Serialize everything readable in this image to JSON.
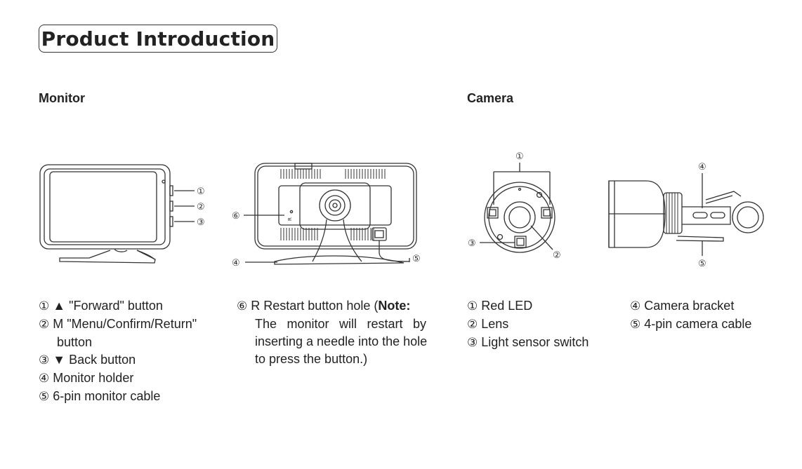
{
  "title": "Product Introduction",
  "sections": {
    "monitor_heading": "Monitor",
    "camera_heading": "Camera"
  },
  "callouts": {
    "monitor_front": [
      "①",
      "②",
      "③"
    ],
    "monitor_back": [
      "⑥",
      "④",
      "⑤"
    ],
    "camera_front": [
      "①",
      "③",
      "②"
    ],
    "camera_side": [
      "④",
      "⑤"
    ]
  },
  "monitor_legend": {
    "items": [
      {
        "num": "①",
        "text": "▲ \"Forward\" button"
      },
      {
        "num": "②",
        "text": "M \"Menu/Confirm/Return\""
      },
      {
        "num": "",
        "text": "button"
      },
      {
        "num": "③",
        "text": "▼ Back button"
      },
      {
        "num": "④",
        "text": "Monitor holder"
      },
      {
        "num": "⑤",
        "text": "6-pin monitor cable"
      }
    ]
  },
  "restart_note": {
    "num": "⑥",
    "lead": "R Restart button hole (",
    "note_label": "Note:",
    "lines": [
      "The monitor will restart by",
      "inserting a needle into the hole",
      "to press the button.)"
    ]
  },
  "camera_legend_left": {
    "items": [
      {
        "num": "①",
        "text": "Red LED"
      },
      {
        "num": "②",
        "text": "Lens"
      },
      {
        "num": "③",
        "text": "Light sensor switch"
      }
    ]
  },
  "camera_legend_right": {
    "items": [
      {
        "num": "④",
        "text": "Camera bracket"
      },
      {
        "num": "⑤",
        "text": "4-pin camera cable"
      }
    ]
  },
  "icon_labels": {
    "back_small": "R"
  }
}
